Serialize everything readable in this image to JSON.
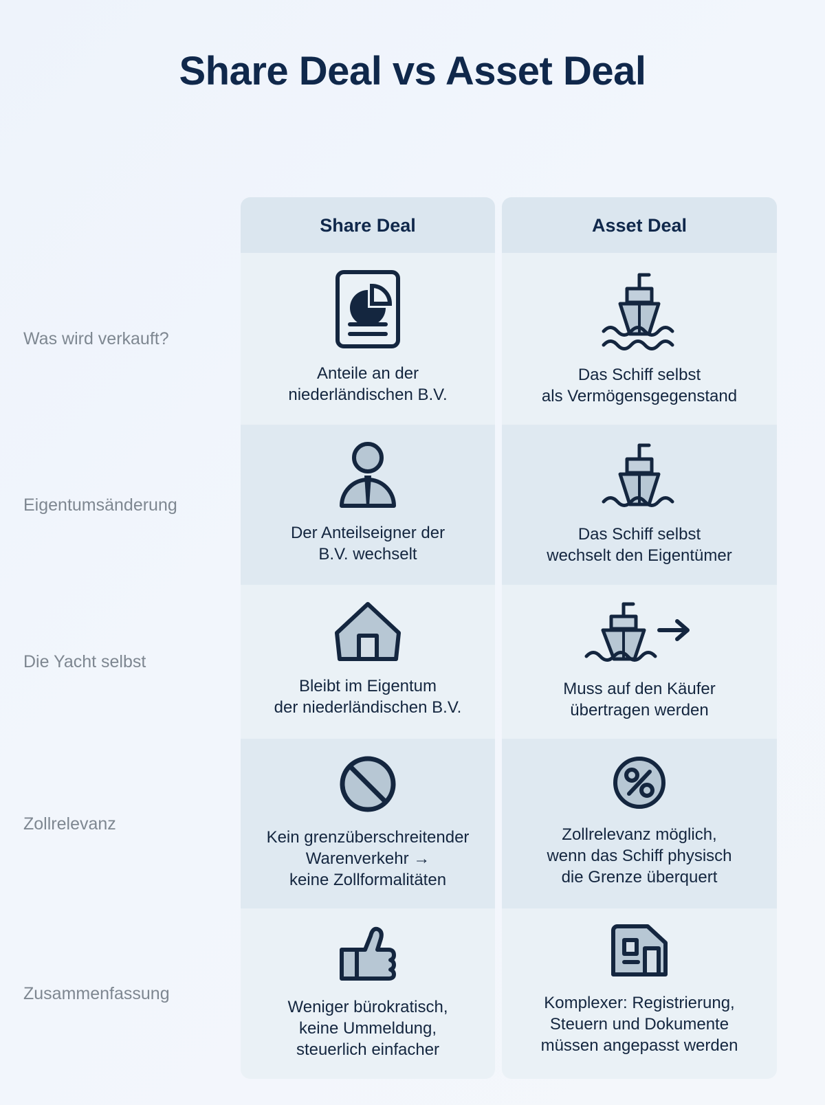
{
  "title": "Share Deal vs Asset Deal",
  "colors": {
    "title_color": "#10284b",
    "header_band": "#dbe6ef",
    "stripe_light": "#eaf1f6",
    "stripe_dark": "#dfe9f1",
    "row_label": "#7e8791",
    "icon_stroke": "#14263f",
    "icon_fill": "#b7c7d4",
    "page_background": "#eef3fb"
  },
  "columns": [
    {
      "id": "share",
      "label": "Share Deal"
    },
    {
      "id": "asset",
      "label": "Asset Deal"
    }
  ],
  "rows": [
    {
      "label": "Was wird verkauft?",
      "share": {
        "icon": "document-pie-chart-icon",
        "text": "Anteile an der\nniederländischen B.V."
      },
      "asset": {
        "icon": "ship-waves-icon",
        "text": "Das Schiff selbst\nals Vermögensgegenstand"
      }
    },
    {
      "label": "Eigentumsänderung",
      "share": {
        "icon": "person-tie-icon",
        "text": "Der Anteilseigner der\nB.V. wechselt"
      },
      "asset": {
        "icon": "ship-waves-icon",
        "text": "Das Schiff selbst\nwechselt den Eigentümer"
      }
    },
    {
      "label": "Die Yacht selbst",
      "share": {
        "icon": "house-icon",
        "text": "Bleibt im Eigentum\nder niederländischen B.V."
      },
      "asset": {
        "icon": "ship-arrow-icon",
        "text": "Muss auf den Käufer\nübertragen werden"
      }
    },
    {
      "label": "Zollrelevanz",
      "share": {
        "icon": "prohibition-icon",
        "text": "Kein grenzüberschreitender\nWarenverkehr →\nkeine Zollformalitäten"
      },
      "asset": {
        "icon": "percent-badge-icon",
        "text": "Zollrelevanz möglich,\nwenn das Schiff physisch\ndie Grenze überquert"
      }
    },
    {
      "label": "Zusammenfassung",
      "share": {
        "icon": "thumbs-up-icon",
        "text": "Weniger bürokratisch,\nkeine Ummeldung,\nsteuerlich einfacher"
      },
      "asset": {
        "icon": "office-building-icon",
        "text": "Komplexer: Registrierung,\nSteuern und Dokumente\nmüssen angepasst werden"
      }
    }
  ]
}
